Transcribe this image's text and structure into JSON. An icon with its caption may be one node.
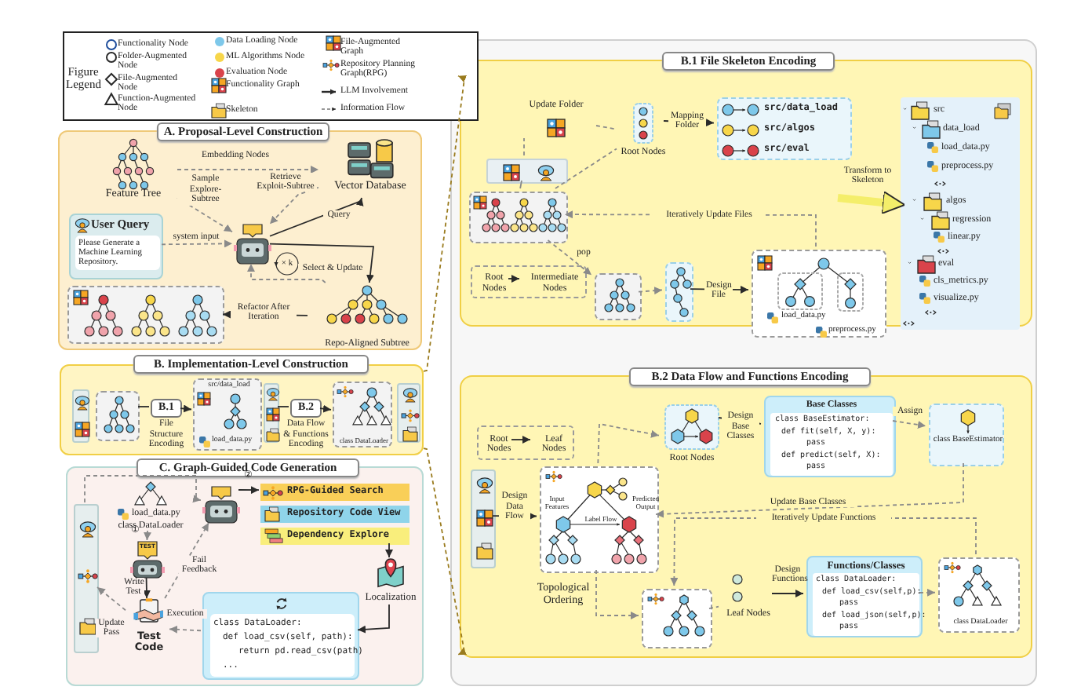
{
  "diagram": {
    "nodes": [
      {
        "text": [
          "A. Proposal-Level Construction"
        ]
      },
      {
        "text": [
          "Feature Tree"
        ],
        "in": 0
      },
      {
        "text": [
          "Vector Database"
        ],
        "in": 0
      },
      {
        "text": [
          "User Query",
          "Please Generate a Machine Learning Repository."
        ],
        "in": 0
      },
      {
        "text": [],
        "shape": "picture",
        "in": 0
      },
      {
        "text": [
          "Repo-Aligned Subtree"
        ],
        "in": 0
      },
      {
        "text": [],
        "shape": "picture",
        "in": 0
      },
      {
        "text": [
          "B. Implementation-Level Construction"
        ]
      },
      {
        "text": [],
        "shape": "picture",
        "in": 7
      },
      {
        "text": [],
        "shape": "picture",
        "in": 7
      },
      {
        "text": [
          "B.1"
        ],
        "in": 7
      },
      {
        "text": [
          "src/data_load",
          "load_data.py"
        ],
        "in": 7
      },
      {
        "text": [],
        "shape": "picture",
        "in": 7
      },
      {
        "text": [
          "B.2"
        ],
        "in": 7
      },
      {
        "text": [
          "class DataLoader"
        ],
        "in": 7
      },
      {
        "text": [],
        "shape": "picture",
        "in": 7
      },
      {
        "text": [
          "C. Graph-Guided Code Generation"
        ]
      },
      {
        "text": [],
        "shape": "picture",
        "in": 16
      },
      {
        "text": [
          "load_data.py",
          "class DataLoader"
        ],
        "in": 16
      },
      {
        "text": [],
        "shape": "picture",
        "in": 16
      },
      {
        "text": [
          "RPG-Guided Search"
        ],
        "in": 16
      },
      {
        "text": [
          "Repository Code View"
        ],
        "in": 16
      },
      {
        "text": [
          "Dependency Explore"
        ],
        "in": 16
      },
      {
        "text": [
          "Localization"
        ],
        "in": 16
      },
      {
        "text": [
          "class DataLoader:",
          "def load_csv(self, path):",
          "return pd.read_csv(path)",
          "..."
        ],
        "in": 16
      },
      {
        "text": [
          "TEST"
        ],
        "in": 16
      },
      {
        "text": [
          "Test Code"
        ],
        "in": 16
      },
      {
        "text": [],
        "shape": "box"
      },
      {
        "text": [
          "B.1 File Skeleton Encoding"
        ],
        "in": 27
      },
      {
        "text": [
          "Update Folder"
        ],
        "in": 28
      },
      {
        "text": [],
        "shape": "picture",
        "in": 28
      },
      {
        "text": [],
        "shape": "picture",
        "in": 28
      },
      {
        "text": [
          "Root Nodes"
        ],
        "in": 28
      },
      {
        "text": [
          "src/data_load",
          "src/algos",
          "src/eval"
        ],
        "in": 28
      },
      {
        "text": [],
        "shape": "box",
        "in": 28
      },
      {
        "text": [
          "Root Nodes"
        ],
        "in": 34
      },
      {
        "text": [
          "Intermediate Nodes"
        ],
        "in": 34
      },
      {
        "text": [],
        "shape": "picture",
        "in": 28
      },
      {
        "text": [],
        "shape": "picture",
        "in": 28
      },
      {
        "text": [
          "load_data.py",
          "preprocess.py"
        ],
        "in": 28
      },
      {
        "text": [
          "src",
          "data_load",
          "load_data.py",
          "preprocess.py",
          "algos",
          "regression",
          "linear.py",
          "eval",
          "cls_metrics.py",
          "visualize.py"
        ],
        "in": 28
      },
      {
        "text": [
          "B.2 Data Flow and Functions Encoding"
        ],
        "in": 27
      },
      {
        "text": [],
        "shape": "box",
        "in": 41
      },
      {
        "text": [
          "Root Nodes"
        ],
        "in": 42
      },
      {
        "text": [
          "Leaf Nodes"
        ],
        "in": 42
      },
      {
        "text": [],
        "shape": "picture",
        "in": 41
      },
      {
        "text": [
          "Input Features",
          "Predicted Output",
          "Label Flow"
        ],
        "beside": [
          "Topological Ordering"
        ],
        "in": 41
      },
      {
        "text": [
          "Root Nodes"
        ],
        "in": 41
      },
      {
        "text": [
          "Base Classes",
          "class BaseEstimator:",
          "def fit(self, X, y):",
          "pass",
          "def predict(self, X):",
          "pass"
        ],
        "in": 41
      },
      {
        "text": [
          "class BaseEstimator"
        ],
        "in": 41
      },
      {
        "text": [],
        "shape": "picture",
        "in": 41
      },
      {
        "text": [
          "Leaf Nodes"
        ],
        "in": 41
      },
      {
        "text": [
          "Functions/Classes",
          "class DataLoader:",
          "def load_csv(self,p):",
          "pass",
          "def load_json(self,p):",
          "pass"
        ],
        "in": 41
      },
      {
        "text": [
          "class DataLoader"
        ],
        "in": 41
      },
      {
        "text": [
          "× k"
        ],
        "in": 0
      }
    ],
    "edges": [
      {
        "from": 1,
        "to": 2,
        "arrow": "to",
        "style": "dashed",
        "label": "Embedding Nodes"
      },
      {
        "from": 1,
        "to": 4,
        "arrow": "to",
        "style": "dashed",
        "label": "Sample Explore-Subtree"
      },
      {
        "from": 2,
        "to": 4,
        "arrow": "to",
        "style": "dashed",
        "label": "Retrieve Exploit-Subtree"
      },
      {
        "from": 4,
        "to": 2,
        "arrow": "to",
        "color": "#2a2a2a",
        "label": "Query"
      },
      {
        "from": 3,
        "to": 4,
        "arrow": "to",
        "style": "dashed",
        "label": "system input"
      },
      {
        "from": 4,
        "to": 5,
        "arrow": "to",
        "color": "#2a2a2a",
        "label": "Select & Update"
      },
      {
        "from": 5,
        "to": 4,
        "arrow": "to",
        "style": "dashed"
      },
      {
        "from": 5,
        "to": 6,
        "arrow": "to",
        "color": "#2a2a2a",
        "label": "Refactor After Iteration"
      },
      {
        "from": 9,
        "to": 10,
        "arrow": "none",
        "color": "#2a2a2a"
      },
      {
        "from": 10,
        "to": 11,
        "arrow": "to",
        "color": "#2a2a2a",
        "label": "File Structure Encoding"
      },
      {
        "from": 12,
        "to": 13,
        "arrow": "none",
        "color": "#2a2a2a"
      },
      {
        "from": 13,
        "to": 14,
        "arrow": "to",
        "color": "#2a2a2a",
        "label": "Data Flow & Functions Encoding"
      },
      {
        "from": 17,
        "to": 19,
        "arrow": "to",
        "style": "dashed"
      },
      {
        "from": 18,
        "to": 25,
        "arrow": "to",
        "style": "dashed"
      },
      {
        "from": 19,
        "to": 20,
        "arrow": "to",
        "color": "#2a2a2a"
      },
      {
        "from": 22,
        "to": 23,
        "arrow": "to",
        "color": "#2a2a2a"
      },
      {
        "from": 23,
        "to": 24,
        "arrow": "to",
        "color": "#2a2a2a"
      },
      {
        "from": 24,
        "to": 26,
        "arrow": "to",
        "style": "dashed",
        "label": "Execution"
      },
      {
        "from": 26,
        "to": 19,
        "arrow": "to",
        "style": "dashed",
        "label": "Fail Feedback"
      },
      {
        "from": 25,
        "to": 26,
        "arrow": "to",
        "color": "#2a2a2a",
        "label": "Write Test"
      },
      {
        "from": 26,
        "to": 17,
        "arrow": "to",
        "style": "dashed",
        "label": "Update Pass"
      },
      {
        "from": 7,
        "to": 28,
        "arrow": "to",
        "style": "dashed",
        "color": "#9a7b1e"
      },
      {
        "from": 7,
        "to": 41,
        "arrow": "to",
        "style": "dashed",
        "color": "#9a7b1e"
      },
      {
        "from": 31,
        "to": 30,
        "arrow": "none"
      },
      {
        "from": 30,
        "to": 29,
        "arrow": "none",
        "style": "dashed"
      },
      {
        "from": 29,
        "to": 32,
        "arrow": "none",
        "style": "dashed"
      },
      {
        "from": 31,
        "to": 32,
        "arrow": "none",
        "style": "dashed"
      },
      {
        "from": 32,
        "to": 33,
        "arrow": "to",
        "color": "#2a2a2a",
        "label": "Mapping Folder"
      },
      {
        "from": 35,
        "to": 36,
        "arrow": "to",
        "color": "#2a2a2a"
      },
      {
        "from": 31,
        "to": 37,
        "arrow": "to",
        "style": "dashed",
        "label": "pop"
      },
      {
        "from": 37,
        "to": 38,
        "arrow": "to",
        "style": "dashed"
      },
      {
        "from": 38,
        "to": 39,
        "arrow": "to",
        "color": "#2a2a2a",
        "label": "Design File"
      },
      {
        "from": 39,
        "to": 31,
        "arrow": "to",
        "style": "dashed",
        "label": "Iteratively Update Files"
      },
      {
        "from": null,
        "to": 40,
        "arrow": "to",
        "style": "thick",
        "color": "#f4ee6a",
        "label": "Transform to Skeleton"
      },
      {
        "from": 43,
        "to": 44,
        "arrow": "to",
        "color": "#2a2a2a"
      },
      {
        "from": 45,
        "to": 46,
        "arrow": "to",
        "color": "#2a2a2a",
        "label": "Design Data Flow"
      },
      {
        "from": 46,
        "to": 47,
        "arrow": "to",
        "style": "dashed"
      },
      {
        "from": 47,
        "to": 48,
        "arrow": "to",
        "color": "#2a2a2a",
        "label": "Design Base Classes"
      },
      {
        "from": 48,
        "to": 49,
        "arrow": "to",
        "style": "dashed",
        "label": "Assign"
      },
      {
        "from": 49,
        "to": 46,
        "arrow": "to",
        "style": "dashed",
        "label": "Update Base Classes"
      },
      {
        "from": 46,
        "to": 50,
        "arrow": "to",
        "style": "dashed"
      },
      {
        "from": 50,
        "to": 51,
        "arrow": "none",
        "style": "dashed"
      },
      {
        "from": 51,
        "to": 52,
        "arrow": "to",
        "color": "#2a2a2a",
        "label": "Design Functions"
      },
      {
        "from": 52,
        "to": 53,
        "arrow": "to",
        "style": "dashed"
      },
      {
        "from": 53,
        "to": 50,
        "arrow": "to",
        "style": "dashed",
        "label": "Iteratively Update Functions"
      }
    ],
    "labels": [
      "Figure Legend",
      "①",
      "②"
    ],
    "legend": [
      {
        "text": "Functionality Node"
      },
      {
        "text": "Folder-Augmented Node"
      },
      {
        "text": "File-Augmented Node"
      },
      {
        "text": "Function-Augmented Node"
      },
      {
        "text": "Data Loading Node",
        "color": "#7ec8ea"
      },
      {
        "text": "ML Algorithms Node",
        "color": "#f7d64a"
      },
      {
        "text": "Evaluation Node",
        "color": "#d9434b"
      },
      {
        "text": "Functionality Graph"
      },
      {
        "text": "Skeleton"
      },
      {
        "text": "File-Augmented Graph"
      },
      {
        "text": "Repository Planning Graph(RPG)"
      },
      {
        "text": "LLM Involvement"
      },
      {
        "text": "Information Flow"
      }
    ]
  }
}
